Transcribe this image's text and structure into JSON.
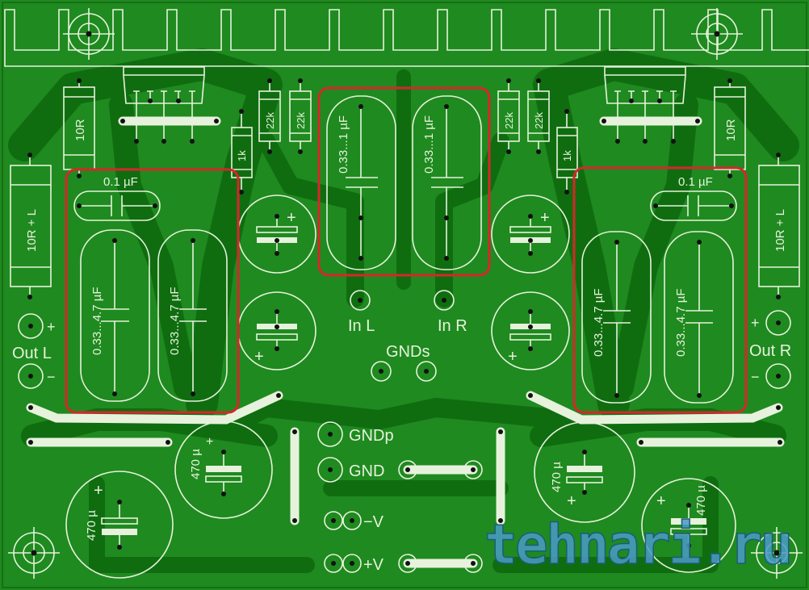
{
  "board": {
    "title": "Amplifier PCB layout",
    "colors": {
      "board": "#1f8a1f",
      "trace": "#0f6d10",
      "silkscreen": "#e6f2dc",
      "highlight": "#d8262a"
    }
  },
  "resistors": {
    "r_10r_left": "10R",
    "r_10r_right": "10R",
    "r_10rl_left": "10R + L",
    "r_10rl_right": "10R + L",
    "r_22k_1": "22k",
    "r_22k_2": "22k",
    "r_22k_3": "22k",
    "r_22k_4": "22k",
    "r_1k_left": "1k",
    "r_1k_right": "1k"
  },
  "capacitors": {
    "c01_left": "0.1 µF",
    "c01_right": "0.1 µF",
    "c_out_1": "0.33...4.7 µF",
    "c_out_2": "0.33...4.7 µF",
    "c_out_3": "0.33...4.7 µF",
    "c_out_4": "0.33...4.7 µF",
    "c_in_l": "0.33...1 µF",
    "c_in_r": "0.33...1 µF",
    "c470_1": "470 µ",
    "c470_2": "470 µ",
    "c470_3": "470 µ",
    "c470_4": "470 µ",
    "plus": "+"
  },
  "connectors": {
    "in_l": "In L",
    "in_r": "In R",
    "gnds": "GNDs",
    "out_l": "Out L",
    "out_r": "Out R",
    "plus": "+",
    "minus": "−",
    "gndp": "GNDp",
    "gnd": "GND",
    "neg_v": "−V",
    "pos_v": "+V"
  },
  "watermark": "tehnari.ru"
}
